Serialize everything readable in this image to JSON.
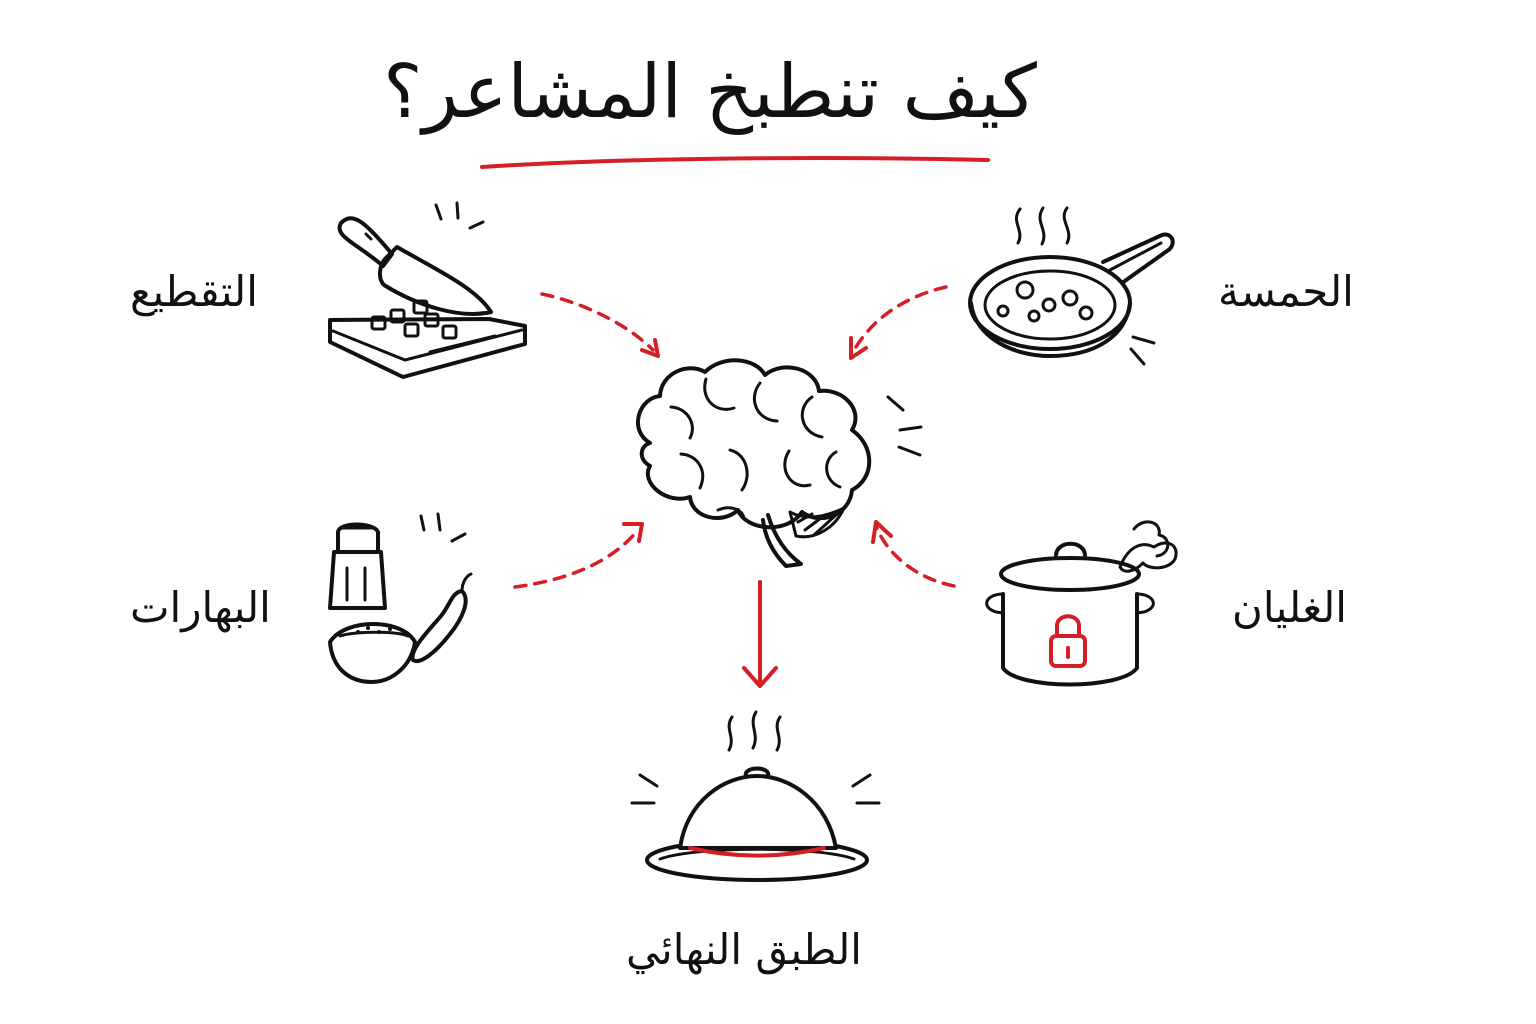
{
  "title": "كيف تنطبخ المشاعر؟",
  "labels": {
    "chopping": "التقطيع",
    "excitement": "الحمسة",
    "spices": "البهارات",
    "boiling": "الغليان",
    "final_dish": "الطبق النهائي"
  },
  "icons": {
    "center": "brain-icon",
    "chopping": "knife-cutting-board-icon",
    "excitement": "frying-pan-icon",
    "spices": "salt-shaker-chili-icon",
    "boiling": "locked-pot-icon",
    "final_dish": "serving-cloche-icon"
  },
  "colors": {
    "accent": "#d51f26",
    "ink": "#111111",
    "background": "#ffffff"
  }
}
